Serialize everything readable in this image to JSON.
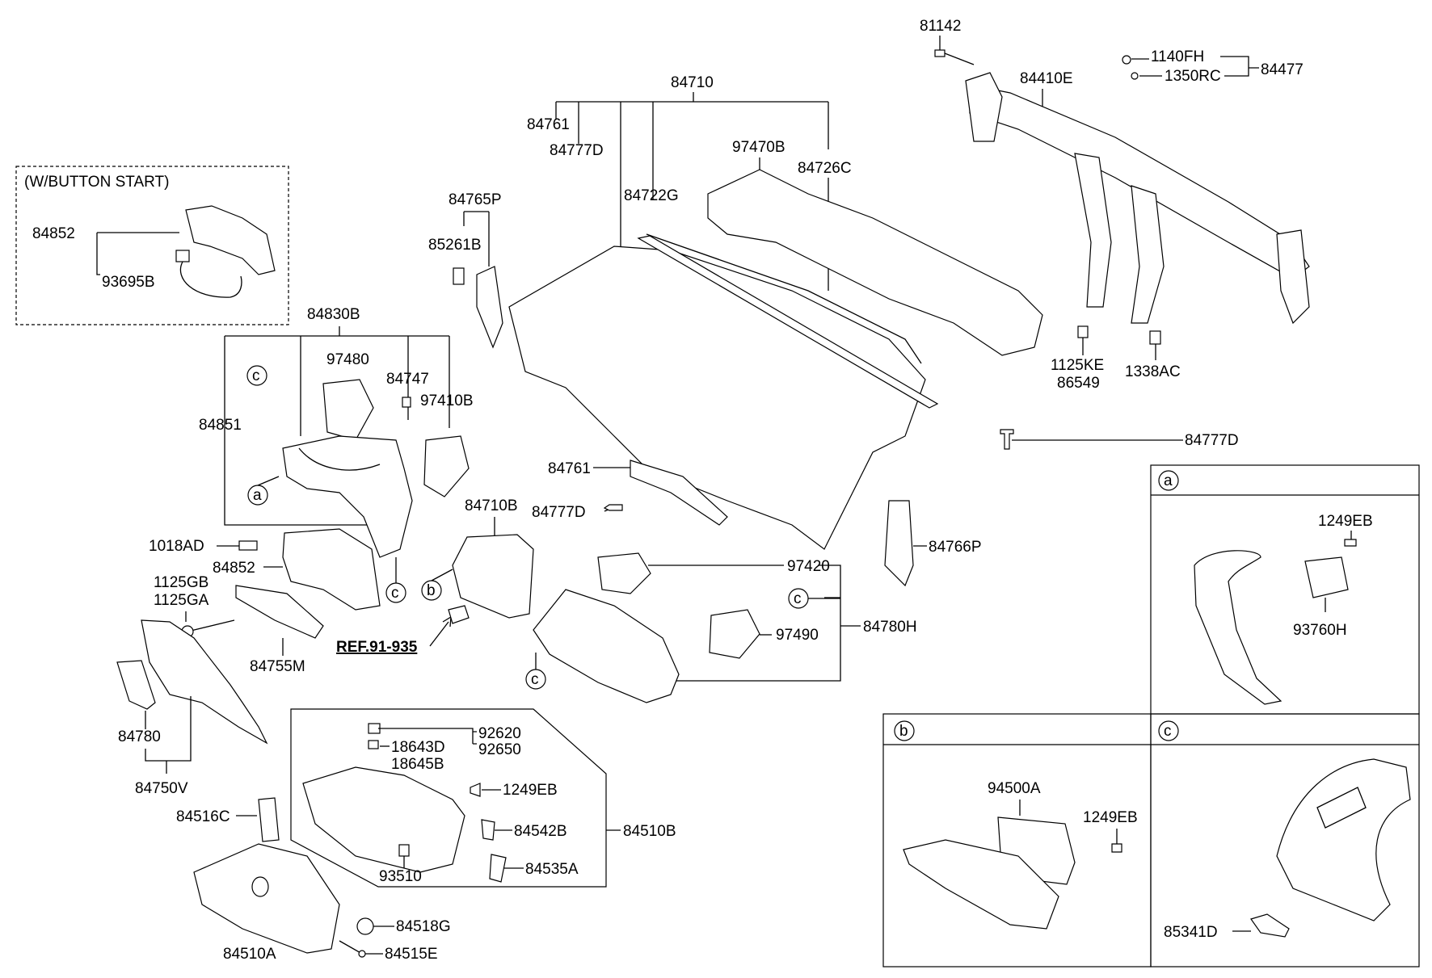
{
  "notes": {
    "button_start": "(W/BUTTON START)",
    "ref": "REF.91-935"
  },
  "callouts": {
    "a": "a",
    "b": "b",
    "c": "c"
  },
  "labels": {
    "l81142": "81142",
    "l1140FH": "1140FH",
    "l84477": "84477",
    "l1350RC": "1350RC",
    "l84410E": "84410E",
    "l84710": "84710",
    "l84761_top": "84761",
    "l84777D_top": "84777D",
    "l97470B": "97470B",
    "l84726C": "84726C",
    "l84722G": "84722G",
    "l84765P": "84765P",
    "l85261B": "85261B",
    "l84852_box": "84852",
    "l93695B": "93695B",
    "l84830B": "84830B",
    "l97480": "97480",
    "l84747": "84747",
    "l97410B": "97410B",
    "l84851": "84851",
    "l1125KE": "1125KE",
    "l86549": "86549",
    "l1338AC": "1338AC",
    "l84777D_right": "84777D",
    "l84761_mid": "84761",
    "l84777D_mid": "84777D",
    "l84710B": "84710B",
    "l1018AD": "1018AD",
    "l84852": "84852",
    "l1125GB": "1125GB",
    "l1125GA": "1125GA",
    "l84755M": "84755M",
    "l84766P": "84766P",
    "l97420": "97420",
    "l84780H": "84780H",
    "l97490": "97490",
    "l1249EB_a": "1249EB",
    "l93760H": "93760H",
    "l84780": "84780",
    "l84750V": "84750V",
    "l92620": "92620",
    "l92650": "92650",
    "l18643D": "18643D",
    "l18645B": "18645B",
    "l1249EB_mid": "1249EB",
    "l84542B": "84542B",
    "l84510B": "84510B",
    "l84535A": "84535A",
    "l93510": "93510",
    "l84516C": "84516C",
    "l84518G": "84518G",
    "l84515E": "84515E",
    "l84510A": "84510A",
    "l94500A": "94500A",
    "l1249EB_b": "1249EB",
    "l85341D": "85341D"
  }
}
